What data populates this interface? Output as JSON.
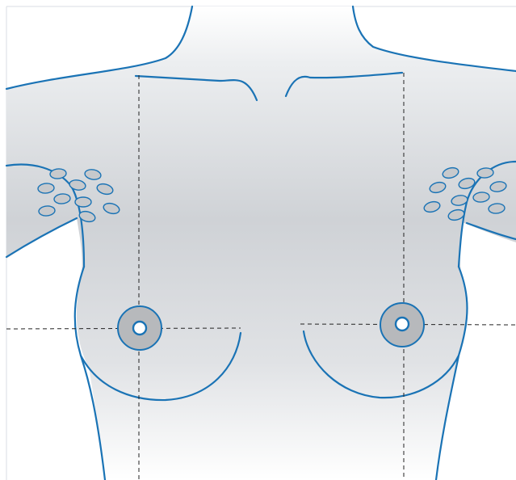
{
  "figure": {
    "subject": "torso-front",
    "colors": {
      "outline": "#1a73b5",
      "skin_light": "#f4f5f7",
      "skin_mid": "#cfd2d6",
      "areola_fill": "#b7b9bc",
      "lymph_node_fill": "#c7c9cc",
      "guide_line": "#222222",
      "background": "#ffffff"
    },
    "lymph_node_groups": [
      {
        "side": "right-axilla",
        "count": 10
      },
      {
        "side": "left-axilla",
        "count": 10
      }
    ],
    "guide_lines": {
      "vertical": 2,
      "horizontal": 2,
      "style": "dashed"
    }
  }
}
